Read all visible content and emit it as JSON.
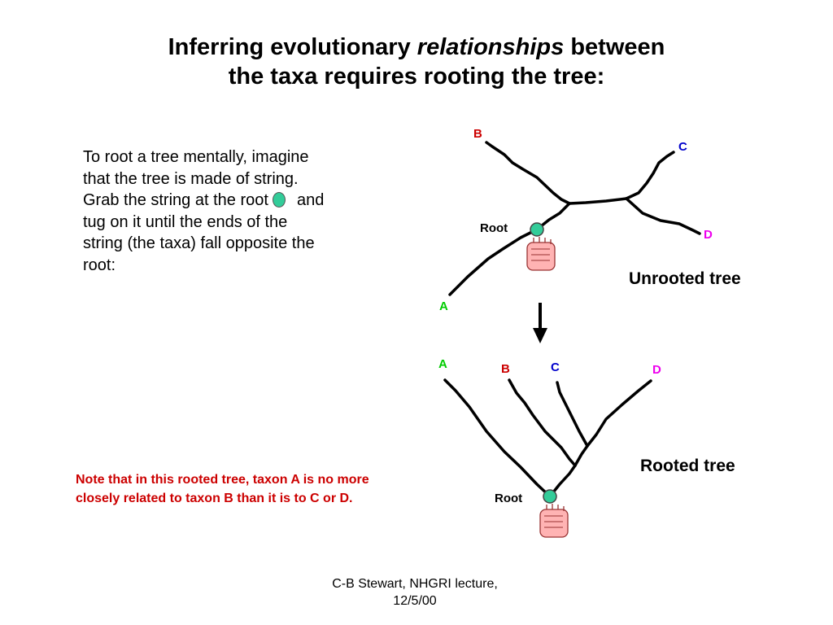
{
  "slide": {
    "title_part1": "Inferring evolutionary ",
    "title_italic": "relationships",
    "title_part2": " between",
    "title_line2": "the taxa requires rooting the tree:",
    "body_before_dot": "To root a tree mentally, imagine that the tree is made of string.  Grab the string at the root",
    "body_after_dot": "and tug on it until the ends of the string (the taxa) fall opposite the root:",
    "note": "Note that in this rooted tree, taxon A is no more closely related to taxon B than it is to C or D.",
    "footer_line1": "C-B Stewart, NHGRI lecture,",
    "footer_line2": "12/5/00"
  },
  "unrooted_tree": {
    "caption": "Unrooted tree",
    "root_label": "Root",
    "taxa": {
      "A": "A",
      "B": "B",
      "C": "C",
      "D": "D"
    }
  },
  "rooted_tree": {
    "caption": "Rooted tree",
    "root_label": "Root",
    "taxa": {
      "A": "A",
      "B": "B",
      "C": "C",
      "D": "D"
    }
  },
  "colors": {
    "taxon_A": "#00cc00",
    "taxon_B": "#cc0000",
    "taxon_C": "#0000cc",
    "taxon_D": "#ee00ee",
    "root_dot": "#33cc99",
    "note_text": "#cc0000",
    "hand": "#ffb3b3"
  },
  "icons": {
    "root_marker": "root-dot-icon",
    "hand": "grabbing-hand-icon",
    "arrow": "down-arrow-icon"
  }
}
